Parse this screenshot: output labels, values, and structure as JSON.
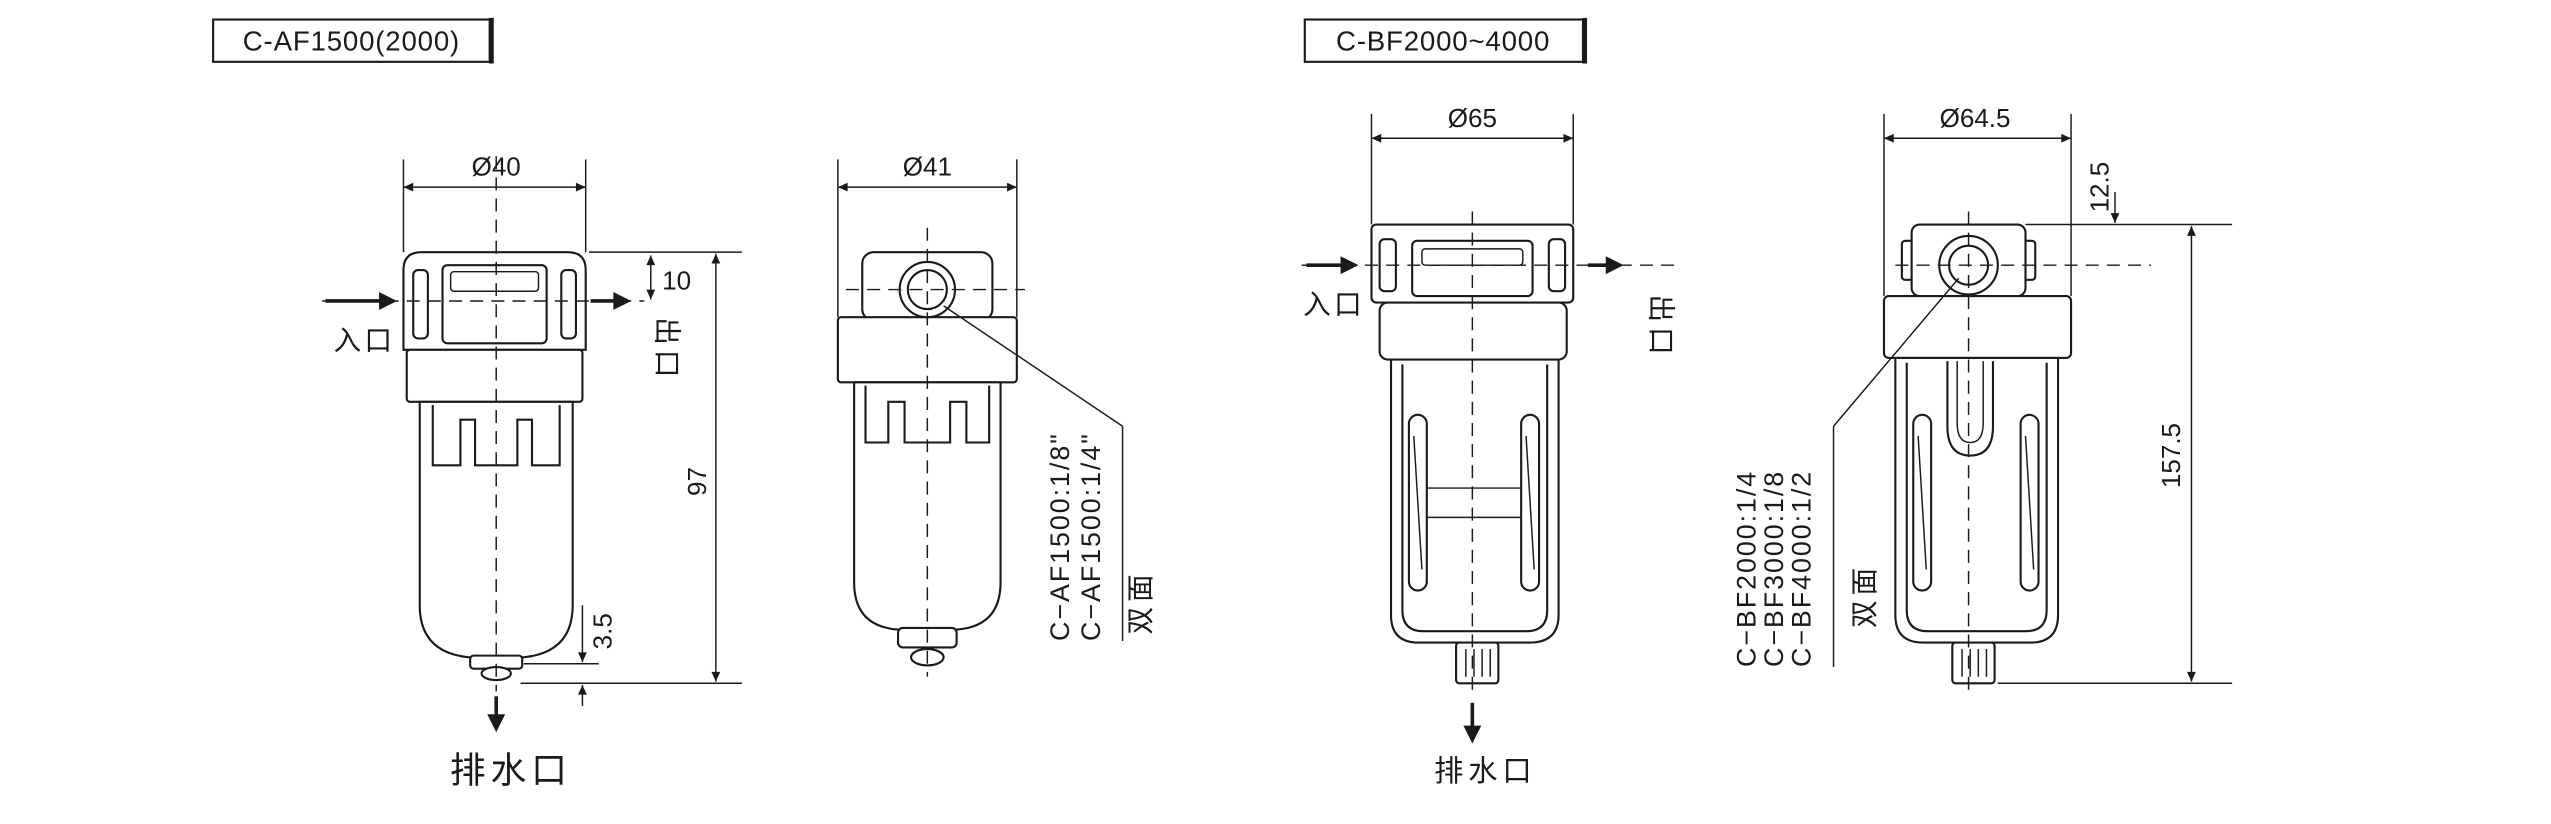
{
  "af": {
    "title": "C-AF1500(2000)",
    "front": {
      "diameter": "Ø40",
      "inlet": "入口",
      "outlet": "出口",
      "dim_port_height": "10",
      "dim_height": "97",
      "dim_drain": "3.5",
      "drain": "排水口"
    },
    "side": {
      "diameter": "Ø41",
      "port_sizes": [
        "C−AF1500:1/8\"",
        "C−AF1500:1/4\""
      ],
      "note": "双面"
    }
  },
  "bf": {
    "title": "C-BF2000~4000",
    "front": {
      "diameter": "Ø65",
      "inlet": "入口",
      "outlet": "出口",
      "drain": "排水口"
    },
    "side": {
      "diameter": "Ø64.5",
      "dim_port_height": "12.5",
      "dim_height": "157.5",
      "port_sizes": [
        "C−BF2000:1/4",
        "C−BF3000:1/8",
        "C−BF4000:1/2"
      ],
      "note": "双面"
    }
  },
  "colors": {
    "line": "#1a1a1a",
    "background": "#ffffff"
  }
}
